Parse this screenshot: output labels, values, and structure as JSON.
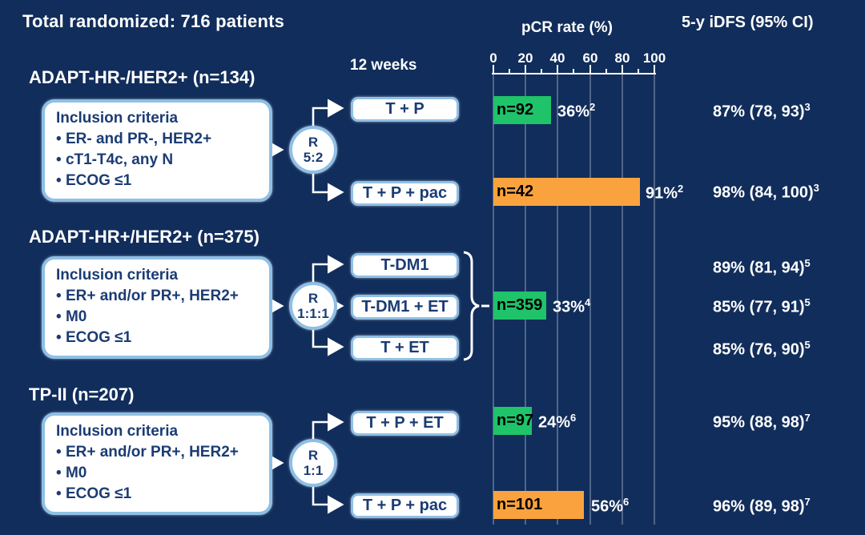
{
  "title": "Total randomized: 716 patients",
  "columns": {
    "timepoint_label": "12 weeks",
    "pcr_header": "pCR rate (%)",
    "idfs_header": "5-y iDFS (95% CI)"
  },
  "colors": {
    "background": "#112D5B",
    "bar_green": "#1FC36A",
    "bar_orange": "#FAA33E",
    "box_border_blue": "#8FBFE5",
    "box_text_navy": "#1B3C74",
    "gridline": "#C3CDDC"
  },
  "sections": [
    {
      "header": "ADAPT-HR-/HER2+ (n=134)",
      "inclusion_title": "Inclusion criteria",
      "inclusion_items": [
        "ER- and PR-, HER2+",
        "cT1-T4c, any N",
        "ECOG ≤1"
      ],
      "r_label": "R",
      "ratio": "5:2",
      "arms": [
        "T + P",
        "T + P + pac"
      ]
    },
    {
      "header": "ADAPT-HR+/HER2+ (n=375)",
      "inclusion_title": "Inclusion criteria",
      "inclusion_items": [
        "ER+ and/or PR+, HER2+",
        "M0",
        "ECOG ≤1"
      ],
      "r_label": "R",
      "ratio": "1:1:1",
      "arms": [
        "T-DM1",
        "T-DM1 + ET",
        "T + ET"
      ]
    },
    {
      "header": "TP-II (n=207)",
      "inclusion_title": "Inclusion criteria",
      "inclusion_items": [
        "ER+ and/or PR+, HER2+",
        "M0",
        "ECOG ≤1"
      ],
      "r_label": "R",
      "ratio": "1:1",
      "arms": [
        "T + P + ET",
        "T + P + pac"
      ]
    }
  ],
  "chart_data": {
    "type": "bar",
    "title": "pCR rate (%)",
    "xlabel": "pCR rate (%)",
    "xlim": [
      0,
      100
    ],
    "tick_labels": [
      "0",
      "20",
      "40",
      "60",
      "80",
      "100"
    ],
    "grid": true,
    "bars": [
      {
        "group": "ADAPT-HR-/HER2+",
        "arm": "T + P",
        "n_label": "n=92",
        "pcr_percent": 36,
        "pcr_label": "36%",
        "footnote": "2",
        "color_hex": "#1FC36A"
      },
      {
        "group": "ADAPT-HR-/HER2+",
        "arm": "T + P + pac",
        "n_label": "n=42",
        "pcr_percent": 91,
        "pcr_label": "91%",
        "footnote": "2",
        "color_hex": "#FAA33E"
      },
      {
        "group": "ADAPT-HR+/HER2+",
        "arm": "T-DM1 / T-DM1 + ET / T + ET (pooled)",
        "n_label": "n=359",
        "pcr_percent": 33,
        "pcr_label": "33%",
        "footnote": "4",
        "color_hex": "#1FC36A"
      },
      {
        "group": "TP-II",
        "arm": "T + P + ET",
        "n_label": "n=97",
        "pcr_percent": 24,
        "pcr_label": "24%",
        "footnote": "6",
        "color_hex": "#1FC36A"
      },
      {
        "group": "TP-II",
        "arm": "T + P + pac",
        "n_label": "n=101",
        "pcr_percent": 56,
        "pcr_label": "56%",
        "footnote": "6",
        "color_hex": "#FAA33E"
      }
    ],
    "idfs_column": {
      "header": "5-y iDFS (95% CI)",
      "values": [
        {
          "text": "87% (78, 93)",
          "sup": "3"
        },
        {
          "text": "98% (84, 100)",
          "sup": "3"
        },
        {
          "text": "89% (81, 94)",
          "sup": "5"
        },
        {
          "text": "85% (77, 91)",
          "sup": "5"
        },
        {
          "text": "85% (76, 90)",
          "sup": "5"
        },
        {
          "text": "95% (88, 98)",
          "sup": "7"
        },
        {
          "text": "96% (89, 98)",
          "sup": "7"
        }
      ]
    }
  }
}
